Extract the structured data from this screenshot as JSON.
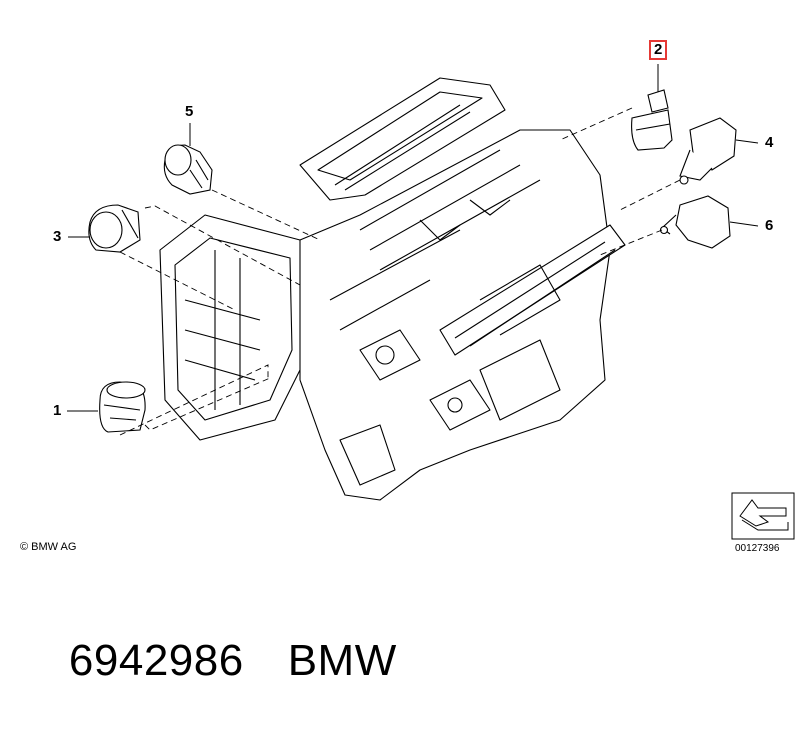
{
  "callouts": [
    {
      "id": "1",
      "text": "1"
    },
    {
      "id": "2",
      "text": "2",
      "highlighted": true
    },
    {
      "id": "3",
      "text": "3"
    },
    {
      "id": "4",
      "text": "4"
    },
    {
      "id": "5",
      "text": "5"
    },
    {
      "id": "6",
      "text": "6"
    }
  ],
  "copyright": "© BMW AG",
  "diagram_number": "00127396",
  "footer": {
    "part_number": "6942986",
    "brand": "BMW"
  },
  "colors": {
    "line": "#000000",
    "highlight_box": "#e53935",
    "housing_fill": "#ffffff"
  },
  "icons": [
    "direction-arrow-icon"
  ]
}
